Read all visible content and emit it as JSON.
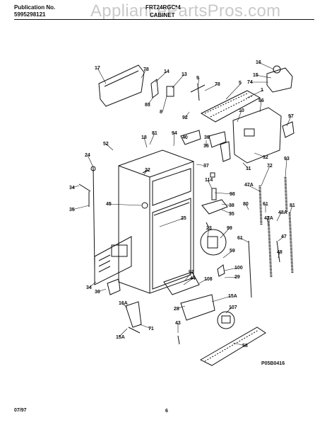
{
  "header": {
    "publication_label": "Publication No.",
    "publication_number": "5995298121",
    "model": "FRT24RGC*4",
    "section": "CABINET"
  },
  "watermark": "AppliancePartsPros.com",
  "figure_code": "P05B0416",
  "footer": {
    "date": "07/97",
    "page": "6"
  },
  "callouts": [
    "17",
    "78",
    "14",
    "13",
    "9",
    "78",
    "5",
    "1",
    "16",
    "15",
    "74",
    "83",
    "8",
    "92",
    "40",
    "39",
    "10",
    "86",
    "97",
    "81",
    "18",
    "94",
    "36",
    "52",
    "37",
    "11",
    "12",
    "24",
    "22",
    "114",
    "34",
    "45",
    "25",
    "98",
    "38",
    "35",
    "35",
    "34",
    "23",
    "99",
    "59",
    "100",
    "29",
    "30",
    "92",
    "44",
    "108",
    "16A",
    "15A",
    "28",
    "107",
    "15A",
    "71",
    "43",
    "58",
    "93",
    "72",
    "47A",
    "61",
    "48A",
    "80",
    "81",
    "47A",
    "47",
    "48",
    "61",
    "60",
    "47"
  ]
}
